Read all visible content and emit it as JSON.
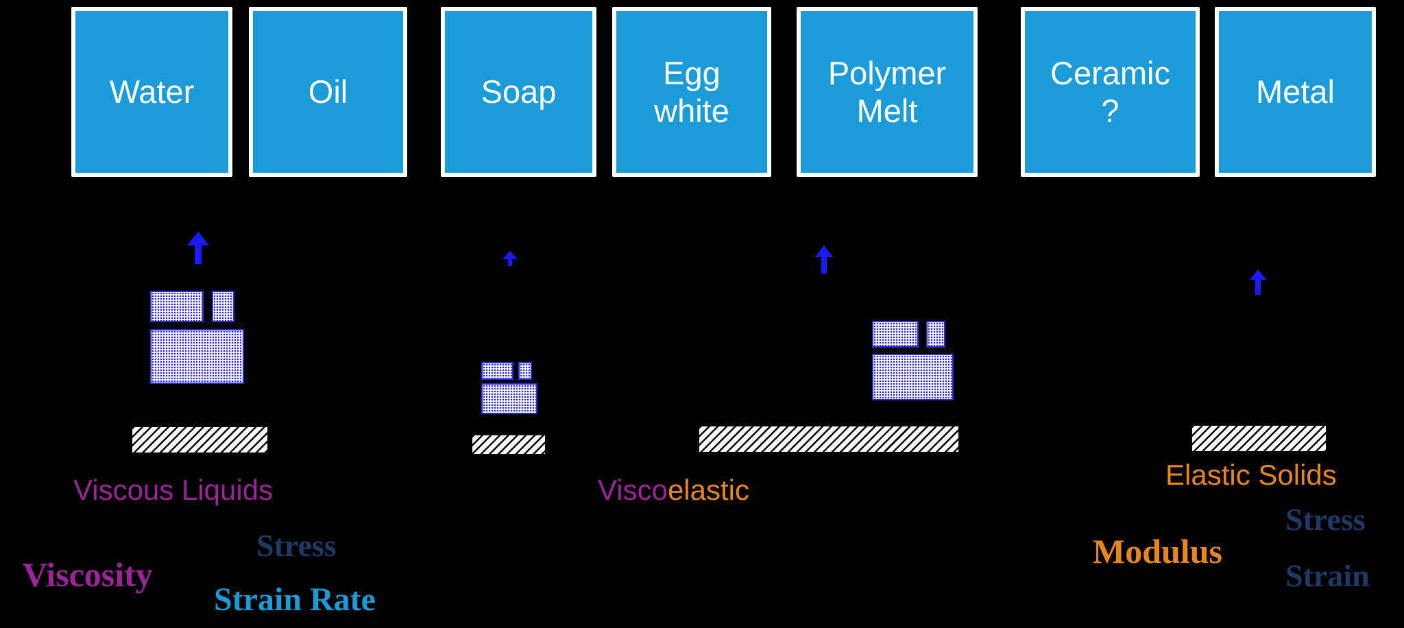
{
  "colors": {
    "background": "#000000",
    "box_fill": "#1B9BD8",
    "box_text": "#FFFFFF",
    "arrow": "#1A1AFF",
    "purple": "#9C2398",
    "orange": "#E8861E",
    "navy": "#1F3864",
    "bright_blue": "#199BD7"
  },
  "boxes": [
    {
      "label": "Water"
    },
    {
      "label": "Oil"
    },
    {
      "label": "Soap"
    },
    {
      "label": "Egg\nwhite"
    },
    {
      "label": "Polymer\nMelt"
    },
    {
      "label": "Ceramic\n?"
    },
    {
      "label": "Metal"
    }
  ],
  "categories": {
    "viscous": {
      "label": "Viscous Liquids"
    },
    "viscoelastic": {
      "prefix": "Visco",
      "suffix": "elastic"
    },
    "elastic": {
      "label": "Elastic Solids"
    }
  },
  "equations": {
    "viscosity": {
      "name": "Viscosity",
      "numerator": "Stress",
      "denominator": "Strain Rate"
    },
    "modulus": {
      "name": "Modulus",
      "numerator": "Stress",
      "denominator": "Strain"
    }
  },
  "icons": {
    "arrow": "up-arrow-icon",
    "block": "shear-block-icon",
    "ground": "hatched-ground-icon"
  }
}
